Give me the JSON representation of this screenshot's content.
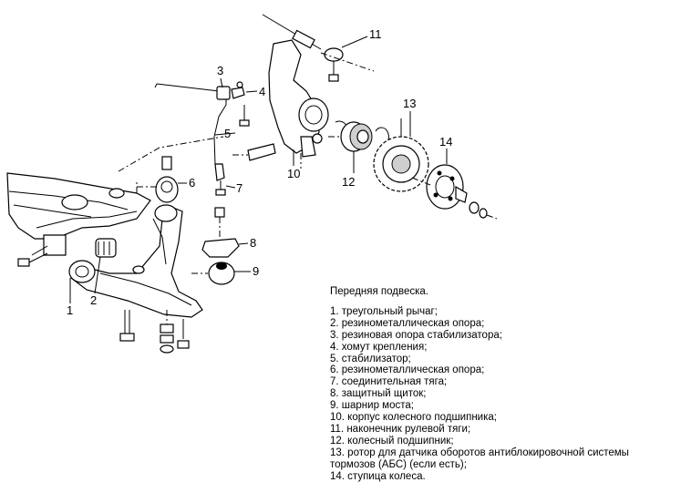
{
  "diagram": {
    "callouts": [
      "1",
      "2",
      "3",
      "4",
      "5",
      "6",
      "7",
      "8",
      "9",
      "10",
      "11",
      "12",
      "13",
      "14"
    ]
  },
  "legend": {
    "title": "Передняя подвеска.",
    "items": [
      "1. треугольный рычаг;",
      "2. резинометаллическая опора;",
      "3. резиновая опора стабилизатора;",
      "4. хомут крепления;",
      "5. стабилизатор;",
      "6. резинометаллическая опора;",
      "7. соединительная тяга;",
      "8. защитный щиток;",
      "9. шарнир моста;",
      "10. корпус колесного подшипника;",
      "11. наконечник рулевой тяги;",
      "12. колесный подшипник;",
      "13. ротор для датчика оборотов антиблокировочной системы тормозов (АБС) (если есть);",
      "14. ступица колеса."
    ]
  }
}
